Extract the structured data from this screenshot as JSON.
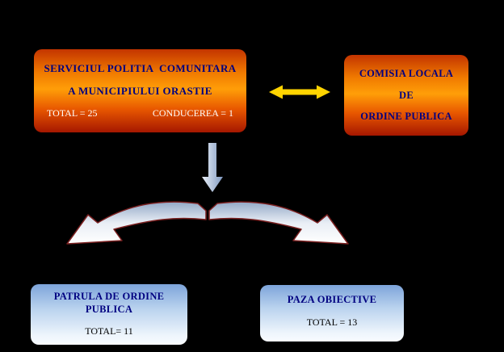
{
  "boxes": {
    "serviciul": {
      "line1": "SERVICIUL POLITIA  COMUNITARA",
      "line2": "A MUNICIPIULUI ORASTIE",
      "total": "TOTAL = 25",
      "conducerea": "CONDUCEREA = 1"
    },
    "comisia": {
      "line1": "COMISIA LOCALA",
      "line2": "DE",
      "line3": "ORDINE PUBLICA"
    },
    "patrula": {
      "title": "PATRULA DE ORDINE PUBLICA",
      "total": "TOTAL= 11"
    },
    "paza": {
      "title": "PAZA OBIECTIVE",
      "total": "TOTAL = 13"
    }
  },
  "icons": {
    "horizontal_arrow": "double-headed-horizontal-arrow",
    "vertical_arrow": "down-arrow",
    "split_arrow": "curved-split-double-arrow"
  },
  "colors": {
    "background": "#000000",
    "navy_text": "#000080",
    "white_text": "#ffffff",
    "orange_box_mid": "#ff9e08",
    "orange_box_dark": "#a51700",
    "blue_box_top": "#7da4da",
    "blue_box_bottom": "#f8fbff",
    "yellow_arrow": "#ffd400",
    "down_arrow_fill": "#8099c0",
    "split_arrow_outline": "#7a2020"
  }
}
